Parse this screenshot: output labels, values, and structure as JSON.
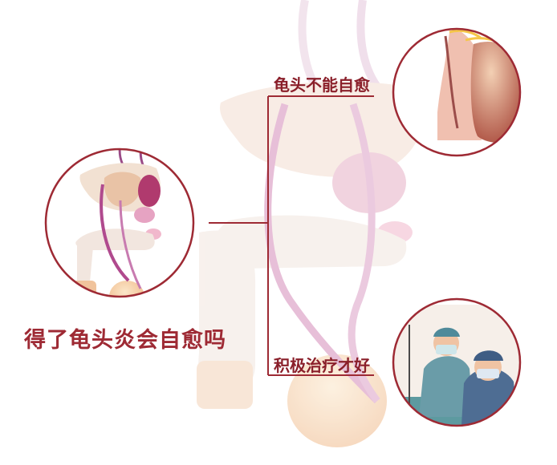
{
  "main_title": "得了龟头炎会自愈吗",
  "branches": [
    {
      "label": "龟头不能自愈"
    },
    {
      "label": "积极治疗才好"
    }
  ],
  "colors": {
    "accent": "#9e2a34",
    "text": "#8a1f2a",
    "skin": "#f1d8c2",
    "vessel": "#c85d93",
    "gland": "#e6b0c6"
  },
  "illustration": {
    "subject": "male reproductive anatomy",
    "insets": [
      "anatomy-detail",
      "glans-closeup",
      "surgeons"
    ]
  }
}
